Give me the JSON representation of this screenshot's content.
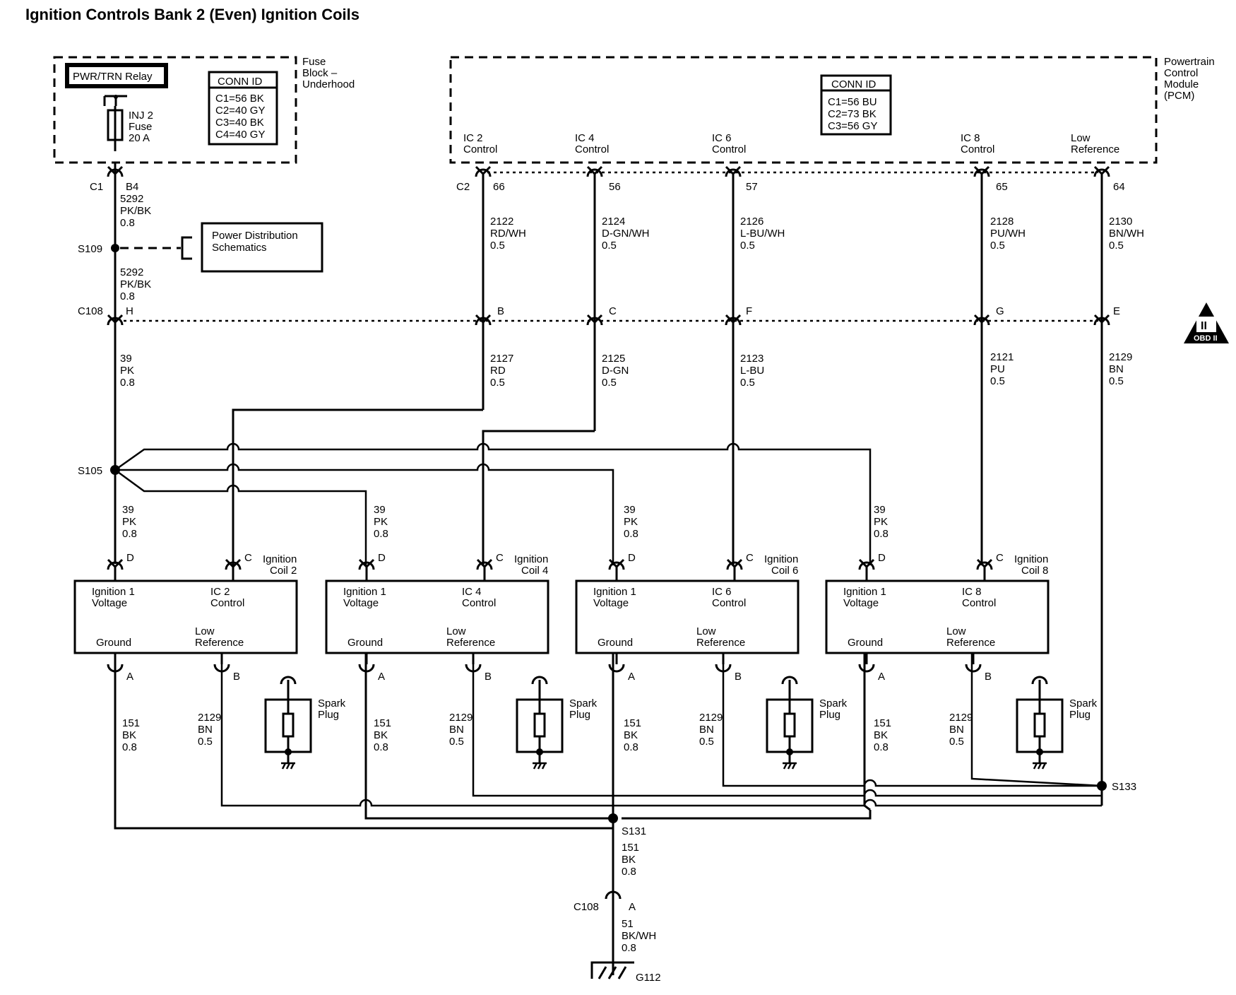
{
  "title": "Ignition Controls Bank 2 (Even) Ignition Coils",
  "fuse_block": {
    "label": [
      "Fuse",
      "Block –",
      "Underhood"
    ],
    "relay": "PWR/TRN Relay",
    "fuse": [
      "INJ 2",
      "Fuse",
      "20 A"
    ],
    "conn_id_title": "CONN ID",
    "conn_id": [
      "C1=56 BK",
      "C2=40 GY",
      "C3=40 BK",
      "C4=40 GY"
    ]
  },
  "pcm": {
    "label": [
      "Powertrain",
      "Control",
      "Module",
      "(PCM)"
    ],
    "conn_id_title": "CONN ID",
    "conn_id": [
      "C1=56 BU",
      "C2=73 BK",
      "C3=56 GY"
    ],
    "pins": [
      {
        "name": [
          "IC 2",
          "Control"
        ],
        "pin": "66",
        "wire": [
          "2122",
          "RD/WH",
          "0.5"
        ],
        "c108": "B",
        "wire2": [
          "2127",
          "RD",
          "0.5"
        ]
      },
      {
        "name": [
          "IC 4",
          "Control"
        ],
        "pin": "56",
        "wire": [
          "2124",
          "D-GN/WH",
          "0.5"
        ],
        "c108": "C",
        "wire2": [
          "2125",
          "D-GN",
          "0.5"
        ]
      },
      {
        "name": [
          "IC 6",
          "Control"
        ],
        "pin": "57",
        "wire": [
          "2126",
          "L-BU/WH",
          "0.5"
        ],
        "c108": "F",
        "wire2": [
          "2123",
          "L-BU",
          "0.5"
        ]
      },
      {
        "name": [
          "IC 8",
          "Control"
        ],
        "pin": "65",
        "wire": [
          "2128",
          "PU/WH",
          "0.5"
        ],
        "c108": "G",
        "wire2": [
          "2121",
          "PU",
          "0.5"
        ]
      },
      {
        "name": [
          "Low",
          "Reference"
        ],
        "pin": "64",
        "wire": [
          "2130",
          "BN/WH",
          "0.5"
        ],
        "c108": "E",
        "wire2": [
          "2129",
          "BN",
          "0.5"
        ]
      }
    ]
  },
  "connectors": {
    "c1": "C1",
    "c1_pin": "B4",
    "c2": "C2",
    "c108": "C108",
    "c108_h": "H",
    "c108_bottom": "C108",
    "c108_bottom_pin": "A"
  },
  "splices": {
    "s109": "S109",
    "s105": "S105",
    "s131": "S131",
    "s133": "S133"
  },
  "wires": {
    "w5292a": [
      "5292",
      "PK/BK",
      "0.8"
    ],
    "w5292b": [
      "5292",
      "PK/BK",
      "0.8"
    ],
    "w39": [
      "39",
      "PK",
      "0.8"
    ],
    "w151": [
      "151",
      "BK",
      "0.8"
    ],
    "w51": [
      "51",
      "BK/WH",
      "0.8"
    ]
  },
  "power_distribution": [
    "Power Distribution",
    "Schematics"
  ],
  "ground": "G112",
  "obd": "OBD II",
  "coils": [
    {
      "name": [
        "Ignition",
        "Coil 2"
      ],
      "control": [
        "IC 2",
        "Control"
      ]
    },
    {
      "name": [
        "Ignition",
        "Coil 4"
      ],
      "control": [
        "IC 4",
        "Control"
      ]
    },
    {
      "name": [
        "Ignition",
        "Coil 6"
      ],
      "control": [
        "IC 6",
        "Control"
      ]
    },
    {
      "name": [
        "Ignition",
        "Coil 8"
      ],
      "control": [
        "IC 8",
        "Control"
      ]
    }
  ],
  "coil_common": {
    "ignition_voltage": [
      "Ignition 1",
      "Voltage"
    ],
    "ground": "Ground",
    "low_reference": [
      "Low",
      "Reference"
    ],
    "pin_d": "D",
    "pin_c": "C",
    "pin_a": "A",
    "pin_b": "B",
    "feed_wire": [
      "39",
      "PK",
      "0.8"
    ],
    "ground_wire": [
      "151",
      "BK",
      "0.8"
    ],
    "ref_wire": [
      "2129",
      "BN",
      "0.5"
    ],
    "spark_plug": [
      "Spark",
      "Plug"
    ]
  }
}
